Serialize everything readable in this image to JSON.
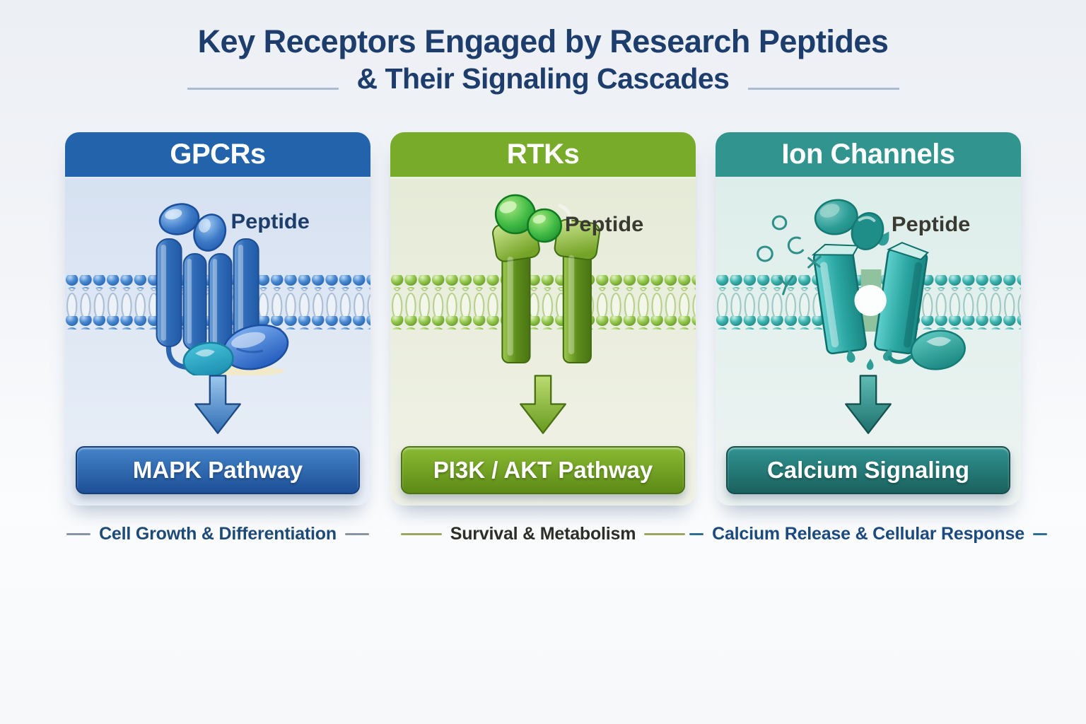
{
  "title": {
    "line1": "Key Receptors Engaged by Research Peptides",
    "line2": "& Their Signaling Cascades",
    "color": "#1d3e6d"
  },
  "panels": [
    {
      "id": "gpcrs",
      "header": "GPCRs",
      "peptide_label": "Peptide",
      "pathway": "MAPK Pathway",
      "caption": "Cell Growth & Differentiation",
      "colors": {
        "header_bg": "#2263ab",
        "body_top": "#d6e1f1",
        "body_bottom": "#eaf0f8",
        "button_top": "#4484c9",
        "button_bottom": "#1d4f96",
        "button_border": "#173f7c",
        "caption_text": "#1d4a77",
        "caption_dash": "#8a93a2",
        "peptide_label_color": "#1d3d6b"
      }
    },
    {
      "id": "rtks",
      "header": "RTKs",
      "peptide_label": "Peptide",
      "pathway": "PI3K / AKT Pathway",
      "caption": "Survival & Metabolism",
      "colors": {
        "header_bg": "#78ab2a",
        "body_top": "#e6ebd8",
        "body_bottom": "#f0f2e6",
        "button_top": "#8aba33",
        "button_bottom": "#5c8a16",
        "button_border": "#4c7411",
        "caption_text": "#2e2e28",
        "caption_dash": "#9aa55e",
        "peptide_label_color": "#3a3a33"
      }
    },
    {
      "id": "ion_channels",
      "header": "Ion Channels",
      "peptide_label": "Peptide",
      "pathway": "Calcium Signaling",
      "caption": "Calcium Release & Cellular Response",
      "colors": {
        "header_bg": "#31948e",
        "body_top": "#ddeeea",
        "body_bottom": "#edf4f2",
        "button_top": "#2f9390",
        "button_bottom": "#1b615e",
        "button_border": "#154f4c",
        "caption_text": "#1c4a7e",
        "caption_dash": "#2f6f95",
        "peptide_label_color": "#3a3a33"
      }
    }
  ]
}
